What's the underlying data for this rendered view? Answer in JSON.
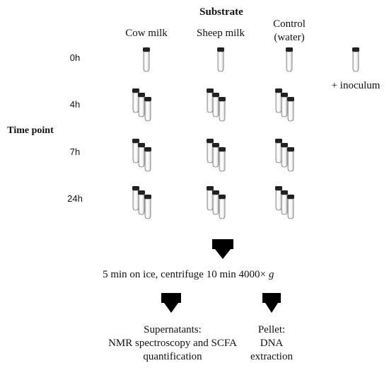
{
  "substrate": {
    "header": "Substrate",
    "columns": [
      "Cow milk",
      "Sheep milk",
      "Control",
      "(water)"
    ]
  },
  "time_point": {
    "label": "Time point",
    "rows": [
      "0h",
      "4h",
      "7h",
      "24h"
    ]
  },
  "inoculum_label": "+ inoculum",
  "step_centrifuge": {
    "text": "5 min on ice, centrifuge 10 min 4000×",
    "unit": "g"
  },
  "outputs": {
    "supernatants": [
      "Supernatants:",
      "NMR spectroscopy and SCFA",
      "quantification"
    ],
    "pellet": [
      "Pellet:",
      "DNA",
      "extraction"
    ]
  },
  "colors": {
    "text": "#111111",
    "tube_cap": "#222222",
    "tube_body": "#f4f4f4",
    "tube_outline": "#777777",
    "arrow": "#000000"
  }
}
